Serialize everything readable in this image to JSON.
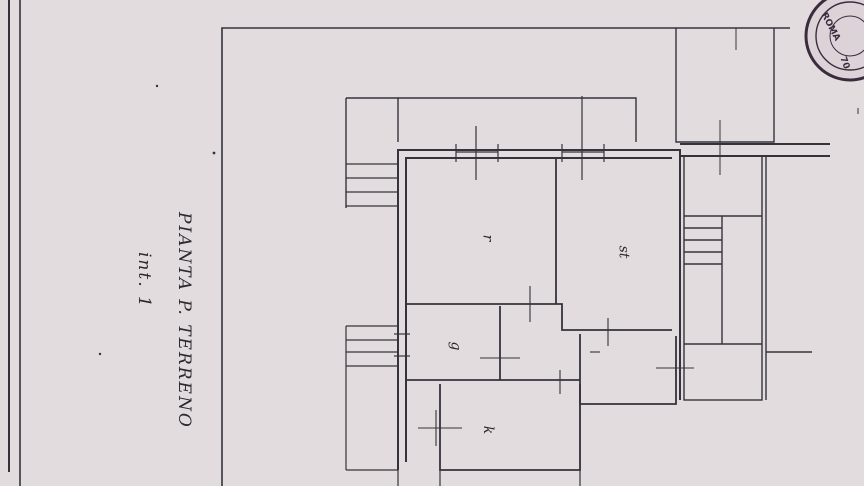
{
  "title": "PIANTA P. TERRENO",
  "subtitle": "int. 1",
  "rooms": {
    "room_1": "r",
    "room_2": "st",
    "room_3": "g",
    "room_4": "k"
  },
  "stamp": {
    "text_a": "ROMA",
    "text_b": "70"
  },
  "colors": {
    "paper": "#e3dcdf",
    "ink": "#34333b",
    "stamp_ink": "#3b2c3d"
  }
}
